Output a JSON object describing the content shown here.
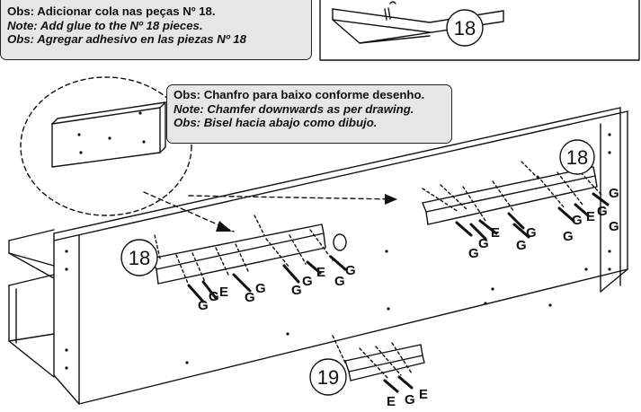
{
  "notes": {
    "glue": {
      "pt": "Obs: Adicionar cola nas peças Nº 18.",
      "en": "Note: Add glue to the Nº 18 pieces.",
      "es": "Obs: Agregar adhesivo en las piezas Nº 18"
    },
    "chamfer": {
      "pt": "Obs: Chanfro para baixo conforme desenho.",
      "en": "Note: Chamfer downwards as per drawing.",
      "es": "Obs: Bisel hacia abajo como dibujo."
    }
  },
  "part_numbers": {
    "top_inset": "18",
    "left_rail": "18",
    "right_rail": "18",
    "bottom_block": "19"
  },
  "screw_labels": {
    "g": "G",
    "e": "E"
  }
}
